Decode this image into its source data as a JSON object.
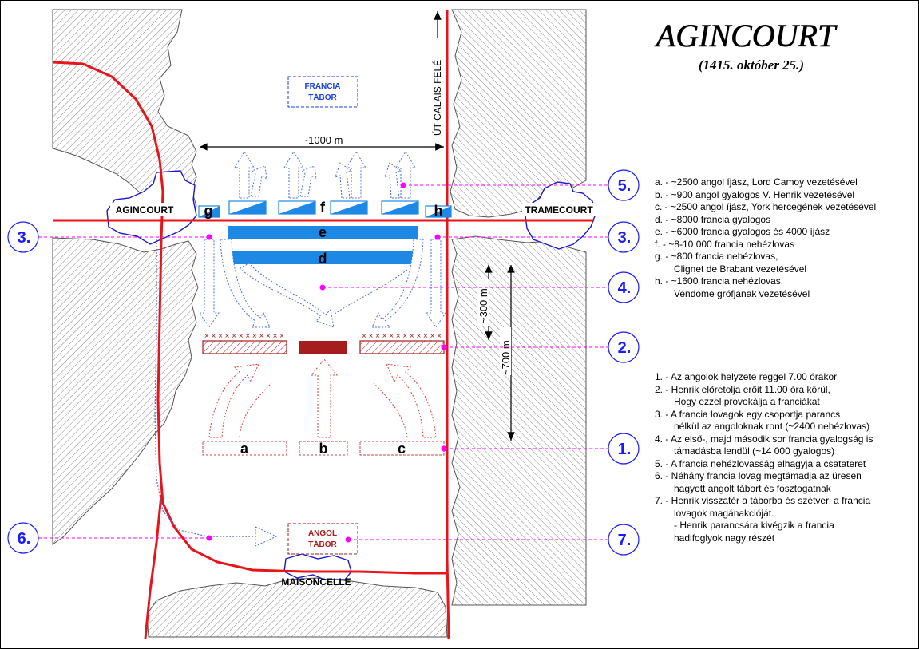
{
  "title": "AGINCOURT",
  "subtitle": "(1415. október 25.)",
  "colors": {
    "road": "#e8141c",
    "french": "#1e88e5",
    "english": "#a51d1d",
    "marker": "#ff00ff",
    "number": "#1a1aff",
    "forest_hatch": "#808080"
  },
  "places": {
    "agincourt": "AGINCOURT",
    "tramecourt": "TRAMECOURT",
    "maisoncelle": "MAISONCELLE",
    "road_calais": "ÚT CALAIS FELÉ"
  },
  "camps": {
    "french": [
      "FRANCIA",
      "TÁBOR"
    ],
    "english": [
      "ANGOL",
      "TÁBOR"
    ]
  },
  "measures": {
    "width": "~1000 m",
    "d300": "~300 m",
    "d700": "~700 m"
  },
  "units": {
    "a": "a",
    "b": "b",
    "c": "c",
    "d": "d",
    "e": "e",
    "f": "f",
    "g": "g",
    "h": "h"
  },
  "stage_markers": [
    "1.",
    "2.",
    "3.",
    "3.",
    "4.",
    "5.",
    "6.",
    "7."
  ],
  "legend_units": [
    [
      "a. - ~2500 angol íjász, Lord Camoy vezetésével"
    ],
    [
      "b. - ~900 angol gyalogos V. Henrik vezetésével"
    ],
    [
      "c. - ~2500 angol íjász, York hercegének vezetésével"
    ],
    [
      "d. - ~8000 francia gyalogos"
    ],
    [
      "e. - ~6000 francia gyalogos és 4000 íjász"
    ],
    [
      "f. - ~8-10 000 francia nehézlovas"
    ],
    [
      "g. - ~800 francia nehézlovas,",
      "Clignet de Brabant vezetésével"
    ],
    [
      "h. - ~1600 francia nehézlovas,",
      "Vendome grófjának vezetésével"
    ]
  ],
  "legend_events": [
    [
      "1. - Az angolok helyzete reggel 7.00 órakor"
    ],
    [
      "2. - Henrik előretolja erőit 11.00 óra körül,",
      "Hogy ezzel provokálja a franciákat"
    ],
    [
      "3. - A francia lovagok egy csoportja parancs",
      "nélkül az angoloknak ront (~2400 nehézlovas)"
    ],
    [
      "4. - Az első-, majd második sor francia gyalogság is",
      "támadásba lendül (~14 000 gyalogos)"
    ],
    [
      "5. - A francia nehézlovasság elhagyja a csatateret"
    ],
    [
      "6. - Néhány francia lovag megtámadja az üresen",
      "hagyott angolt tábort és fosztogatnak"
    ],
    [
      "7. - Henrik visszatér a táborba és szétveri a francia",
      "lovagok magánakcióját.",
      "- Henrik parancsára kivégzik a francia",
      "hadifoglyok nagy részét"
    ]
  ]
}
